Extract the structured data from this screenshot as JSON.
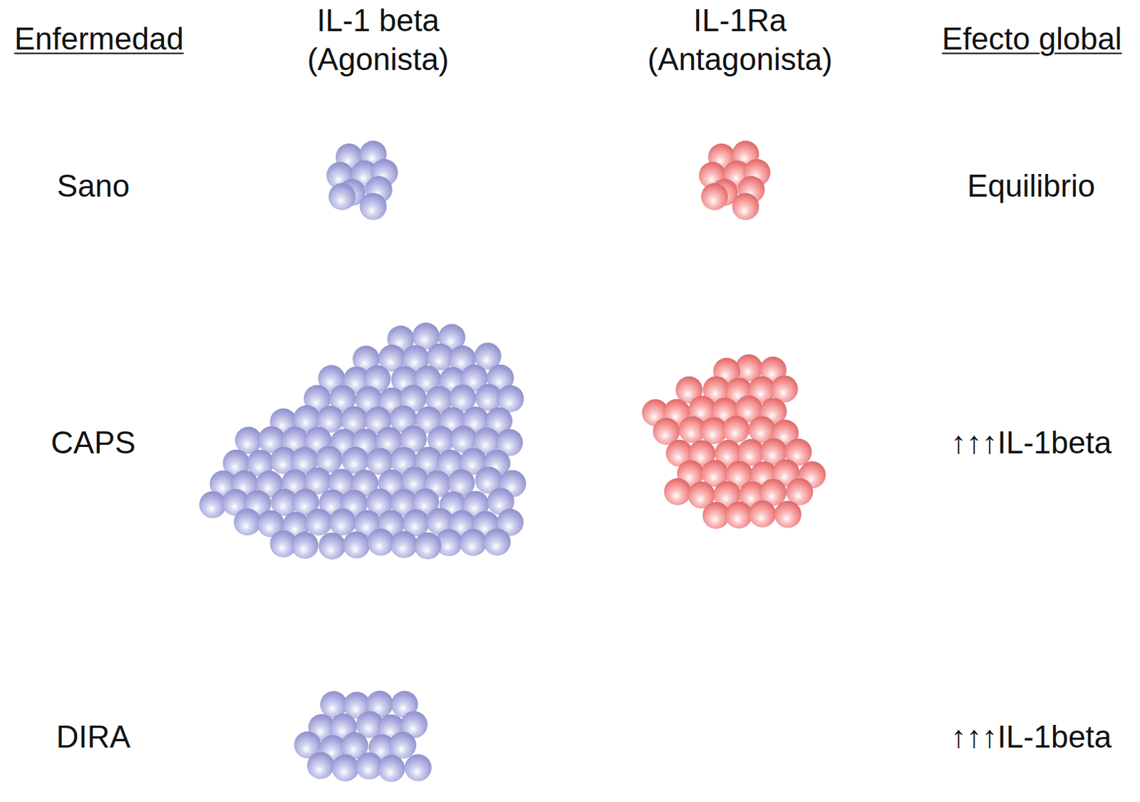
{
  "diagram": {
    "labels": [
      "Enfermedad",
      "IL-1 beta (Agonista)",
      "IL-1Ra (Antagonista)",
      "Efecto global",
      "Sano",
      "Equilibrio",
      "CAPS",
      "↑↑↑IL-1beta",
      "DIRA",
      "↑↑↑IL-1beta"
    ]
  }
}
